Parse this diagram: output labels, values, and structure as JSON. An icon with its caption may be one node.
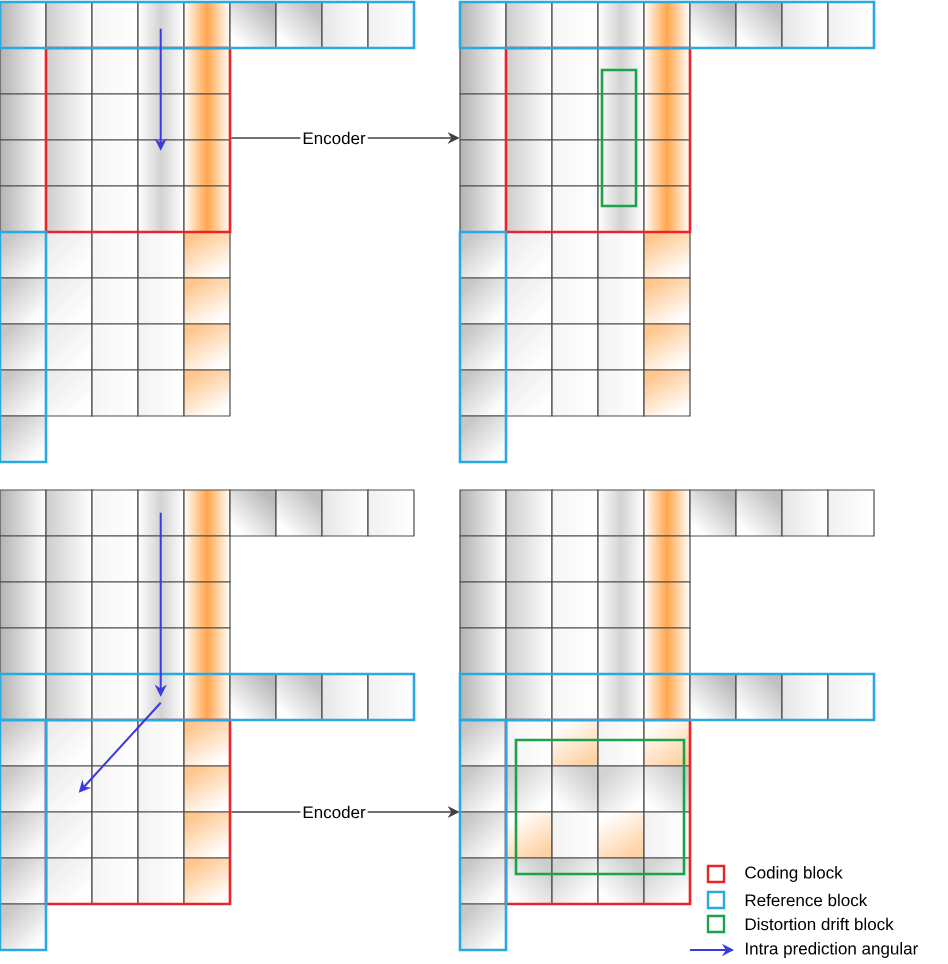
{
  "diagram": {
    "nodes": [
      {
        "text": [],
        "shape": "grid"
      },
      {
        "text": [],
        "shape": "grid"
      },
      {
        "text": [],
        "shape": "grid"
      },
      {
        "text": [],
        "shape": "grid"
      },
      {
        "text": [],
        "shape": "box",
        "in": 0
      },
      {
        "text": [],
        "shape": "box",
        "in": 0
      },
      {
        "text": [],
        "shape": "box",
        "in": 0
      },
      {
        "text": [],
        "shape": "box",
        "in": 1
      },
      {
        "text": [],
        "shape": "box",
        "in": 1
      },
      {
        "text": [],
        "shape": "box",
        "in": 1
      },
      {
        "text": [],
        "shape": "box",
        "in": 7
      },
      {
        "text": [],
        "shape": "box",
        "in": 2
      },
      {
        "text": [],
        "shape": "box",
        "in": 2
      },
      {
        "text": [],
        "shape": "box",
        "in": 2
      },
      {
        "text": [],
        "shape": "box",
        "in": 3
      },
      {
        "text": [],
        "shape": "box",
        "in": 3
      },
      {
        "text": [],
        "shape": "box",
        "in": 3
      },
      {
        "text": [],
        "shape": "box",
        "in": 14
      }
    ],
    "edges": [
      {
        "from": 4,
        "to": 1,
        "arrow": "to",
        "label": "Encoder",
        "color": "#404040"
      },
      {
        "from": 11,
        "to": 3,
        "arrow": "to",
        "label": "Encoder",
        "color": "#404040"
      },
      {
        "from": 5,
        "to": 4,
        "arrow": "to"
      },
      {
        "from": null,
        "to": 12,
        "arrow": "to"
      },
      {
        "from": 12,
        "to": 11,
        "arrow": "to"
      }
    ],
    "legend": [
      {
        "text": "Coding block",
        "color": "#e8262a"
      },
      {
        "text": "Reference block",
        "color": "#2aa9e0"
      },
      {
        "text": "Distortion drift block",
        "color": "#1ca24b"
      },
      {
        "text": "Intra prediction angular"
      }
    ]
  }
}
